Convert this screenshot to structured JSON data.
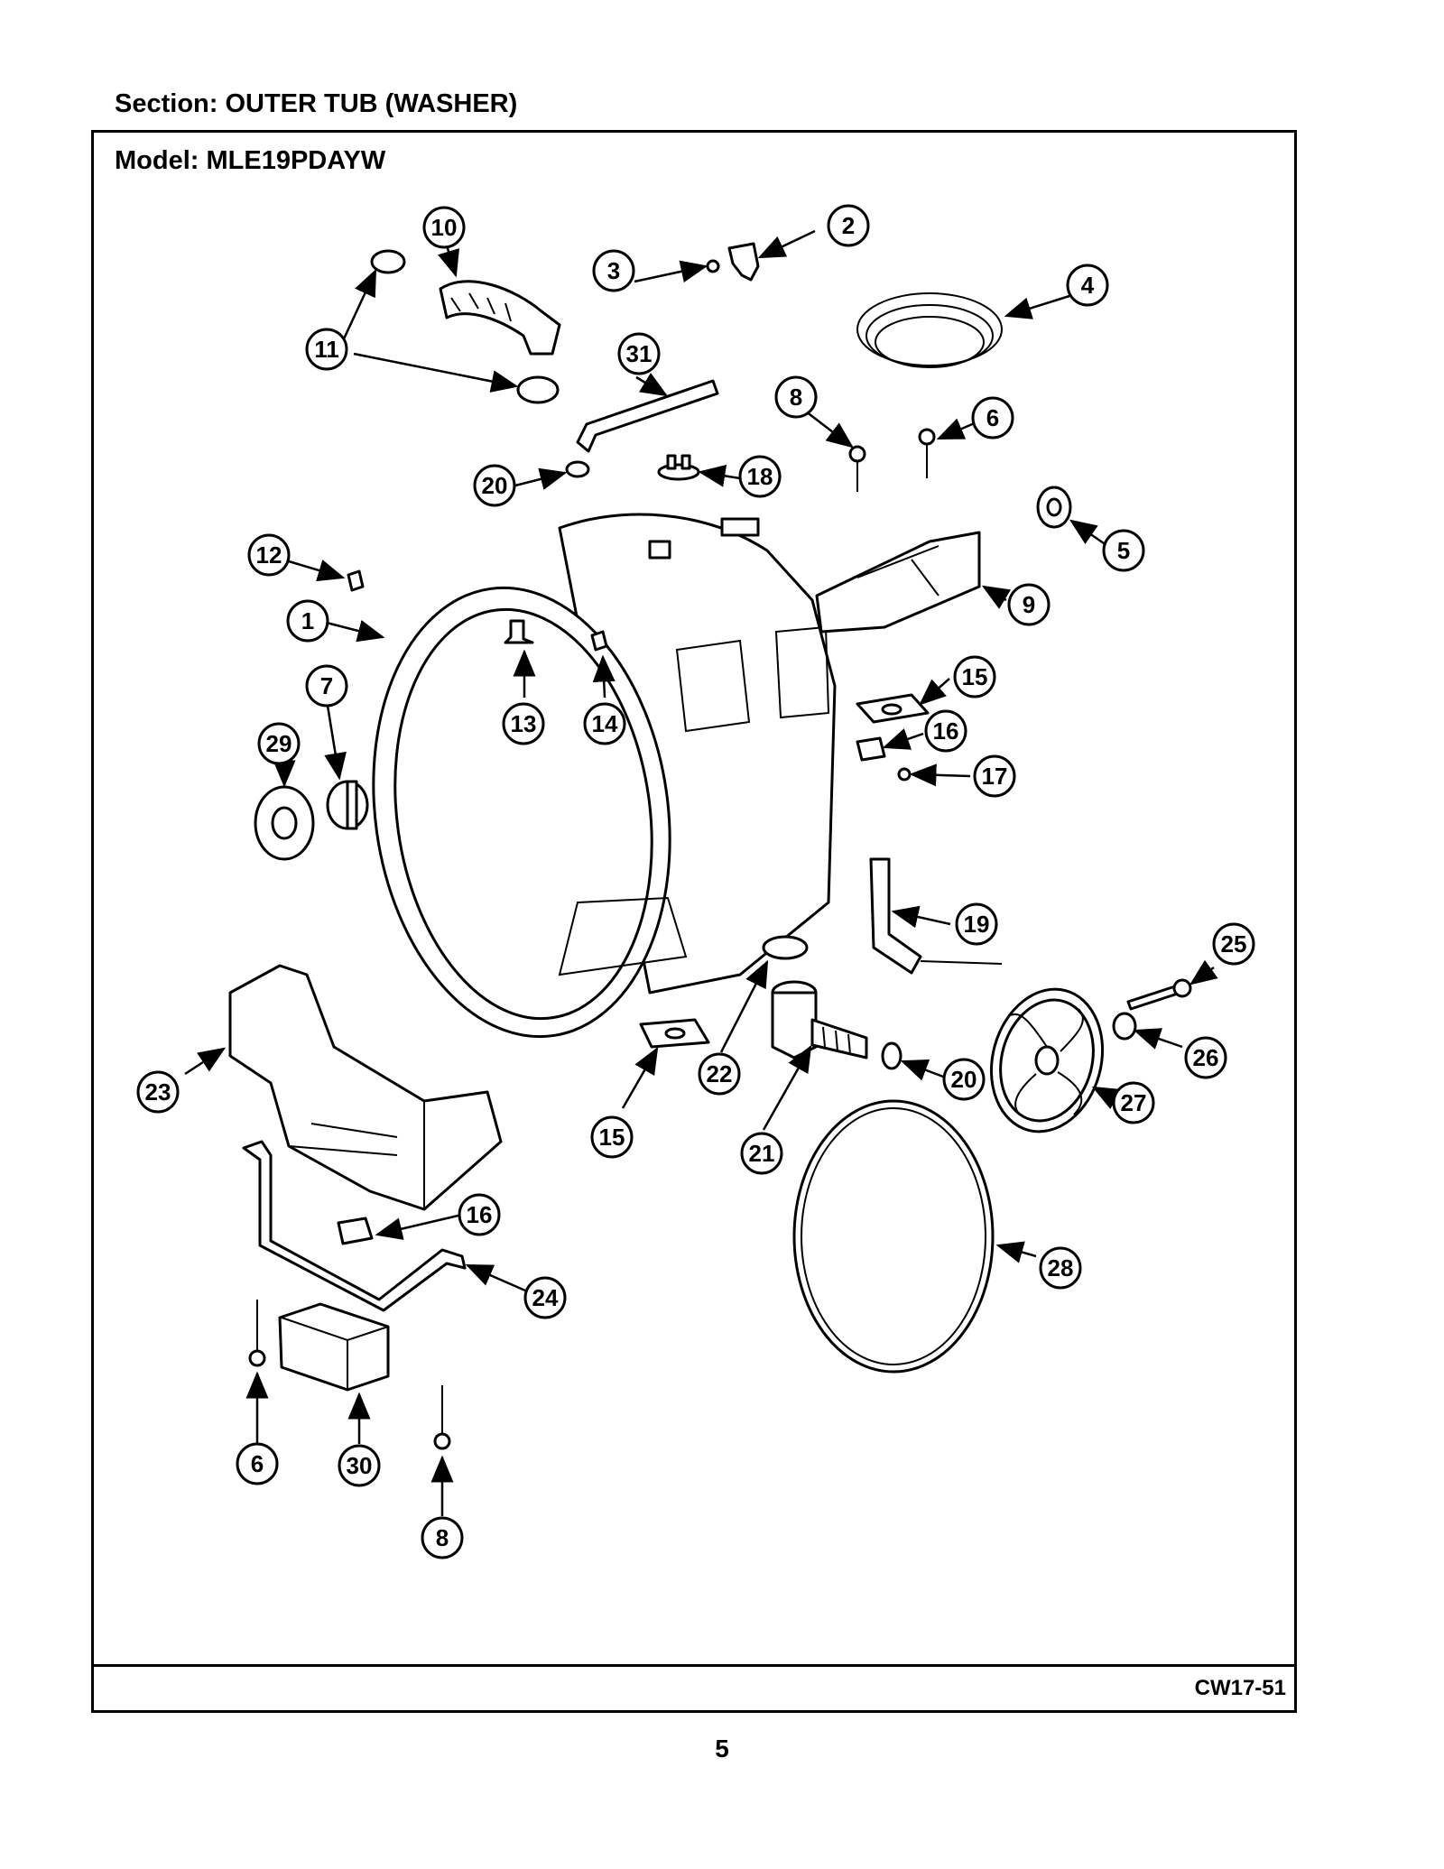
{
  "header": {
    "section": "Section:  OUTER TUB (WASHER)",
    "model": "Model:  MLE19PDAYW"
  },
  "footer": {
    "drawing_code": "CW17-51",
    "page_number": "5"
  },
  "callouts": [
    {
      "label": "1"
    },
    {
      "label": "2"
    },
    {
      "label": "3"
    },
    {
      "label": "4"
    },
    {
      "label": "5"
    },
    {
      "label": "6"
    },
    {
      "label": "7"
    },
    {
      "label": "8"
    },
    {
      "label": "9"
    },
    {
      "label": "10"
    },
    {
      "label": "11"
    },
    {
      "label": "12"
    },
    {
      "label": "13"
    },
    {
      "label": "14"
    },
    {
      "label": "15"
    },
    {
      "label": "16"
    },
    {
      "label": "17"
    },
    {
      "label": "18"
    },
    {
      "label": "19"
    },
    {
      "label": "20"
    },
    {
      "label": "15"
    },
    {
      "label": "22"
    },
    {
      "label": "20"
    },
    {
      "label": "21"
    },
    {
      "label": "23"
    },
    {
      "label": "25"
    },
    {
      "label": "26"
    },
    {
      "label": "27"
    },
    {
      "label": "29"
    },
    {
      "label": "16"
    },
    {
      "label": "24"
    },
    {
      "label": "28"
    },
    {
      "label": "6"
    },
    {
      "label": "30"
    },
    {
      "label": "8"
    },
    {
      "label": "31"
    }
  ]
}
